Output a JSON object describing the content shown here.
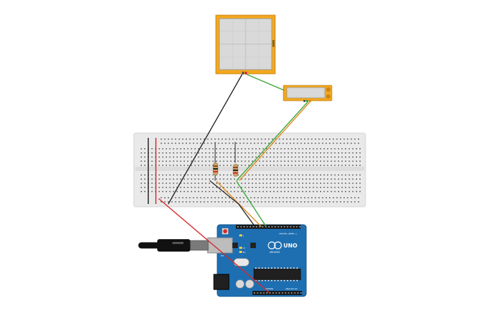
{
  "board": {
    "brand_label": "UNO",
    "sub_brand_label": "ARDUINO",
    "digital_header_label": "DIGITAL (PWM~)",
    "power_header_label": "POWER",
    "analog_header_label": "ANALOG IN",
    "tx_label": "TX",
    "rx_label": "RX",
    "l_label": "L",
    "on_label": "ON"
  },
  "colors": {
    "wire_red": "#d62b2b",
    "wire_black": "#222222",
    "wire_green": "#3aa63a",
    "wire_orange": "#e08a1e",
    "board_blue": "#1e6fb1",
    "breadboard": "#e9e9e9",
    "component_orange": "#f4a81d"
  }
}
